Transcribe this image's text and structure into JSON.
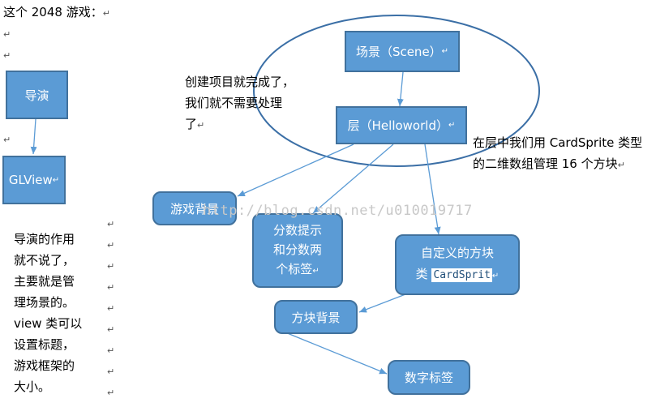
{
  "header": {
    "title": "这个 2048 游戏："
  },
  "left": {
    "director": "导演",
    "glview": "GLView",
    "note_lines": [
      "导演的作用",
      "就不说了，",
      "主要就是管",
      "理场景的。",
      "view 类可以",
      "设置标题，",
      "游戏框架的",
      "大小。"
    ]
  },
  "center_note": {
    "lines": [
      "创建项目就完成了，",
      "我们就不需要处理",
      "了"
    ]
  },
  "right_note": {
    "lines": [
      "在层中我们用 CardSprite 类型",
      "的二维数组管理 16 个方块"
    ]
  },
  "nodes": {
    "scene": "场景（Scene）",
    "layer": "层（Helloworld）",
    "bg": "游戏背景",
    "score_lines": [
      "分数提示",
      "和分数两",
      "个标签"
    ],
    "custom_lines": [
      "自定义的方块",
      "类"
    ],
    "custom_code": "CardSprit",
    "card_bg": "方块背景",
    "number_label": "数字标签"
  },
  "watermark": "http://blog.csdn.net/u010019717",
  "return_mark": "↵",
  "colors": {
    "box_fill": "#5b9bd5",
    "box_border": "#41719c",
    "ellipse": "#3b6fa6"
  }
}
